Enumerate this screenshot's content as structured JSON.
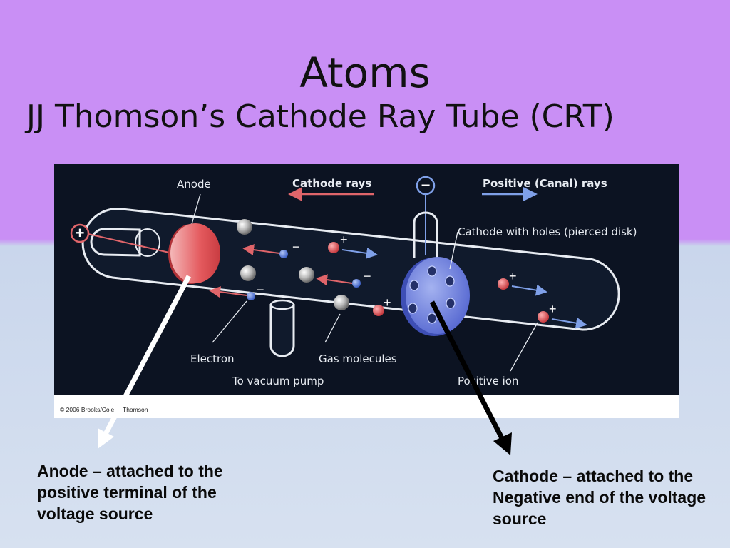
{
  "slide": {
    "title": "Atoms",
    "subtitle": "JJ Thomson’s Cathode Ray Tube (CRT)"
  },
  "diagram": {
    "labels": {
      "anode": "Anode",
      "cathode_rays": "Cathode rays",
      "canal_rays": "Positive (Canal) rays",
      "cathode_disk": "Cathode with holes (pierced disk)",
      "electron": "Electron",
      "gas_molecules": "Gas molecules",
      "vacuum_pump": "To vacuum pump",
      "positive_ion": "Positive ion",
      "copyright": "© 2006 Brooks/Cole",
      "copyright_publisher": "Thomson"
    },
    "terminal_symbols": {
      "positive": "+",
      "negative": "−"
    },
    "colors": {
      "background": "#0c1322",
      "tube_outline": "#e8ecf2",
      "anode": "#e04a4e",
      "cathode": "#6d7ee0",
      "electron": "#6a8fe3",
      "positive_ion": "#e35a5e",
      "cathode_ray_arrow": "#e0656a",
      "canal_ray_arrow": "#7fa0e8"
    }
  },
  "captions": {
    "anode_line1": "Anode – attached to the",
    "anode_line2": "positive terminal of the",
    "anode_line3": "voltage source",
    "cathode_line1": "Cathode – attached to the",
    "cathode_line2": "Negative end of the voltage",
    "cathode_line3": "source"
  }
}
